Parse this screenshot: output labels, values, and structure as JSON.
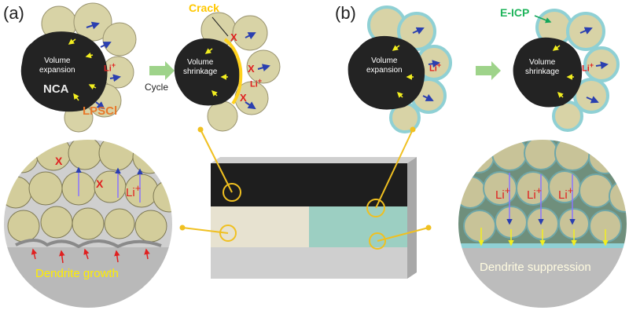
{
  "panels": {
    "a": {
      "label": "(a)",
      "particle1": {
        "center_text": "Volume\nexpansion",
        "core_label": "NCA",
        "electrolyte_label": "LPSCl",
        "li_label": "Li",
        "li_superscript": "+"
      },
      "process_label": "Cycle",
      "particle2": {
        "center_text": "Volume\nshrinkage",
        "crack_label": "Crack",
        "crack_marks": [
          "X",
          "X",
          "X"
        ],
        "li_label": "Li",
        "li_superscript": "+"
      },
      "zoom": {
        "caption": "Dendrite growth",
        "li_label": "Li",
        "li_superscript": "+",
        "crack_marks": [
          "X",
          "X"
        ]
      }
    },
    "b": {
      "label": "(b)",
      "coating_label": "E-ICP",
      "particle1": {
        "center_text": "Volume\nexpansion",
        "li_label": "Li",
        "li_superscript": "+"
      },
      "particle2": {
        "center_text": "Volume\nshrinkage",
        "li_label": "Li",
        "li_superscript": "+"
      },
      "zoom": {
        "caption": "Dendrite suppression",
        "li_labels": [
          "Li",
          "Li",
          "Li"
        ],
        "li_superscript": "+"
      }
    }
  },
  "colors": {
    "cathode_core": "#232323",
    "solid_electrolyte": "#d8d3a6",
    "coating": "#9fd6d8",
    "li_metal": "#b9b9b9",
    "crack": "#ffd21e",
    "callout": "#f0c020",
    "arrow_blue": "#2a3fb0",
    "arrow_yellow": "#f2ee20",
    "arrow_red": "#e02020",
    "arrow_green": "#9ed38a",
    "e_icp_text": "#1eb45a",
    "lpscl_text": "#e8782a",
    "crack_text": "#ffc800"
  }
}
